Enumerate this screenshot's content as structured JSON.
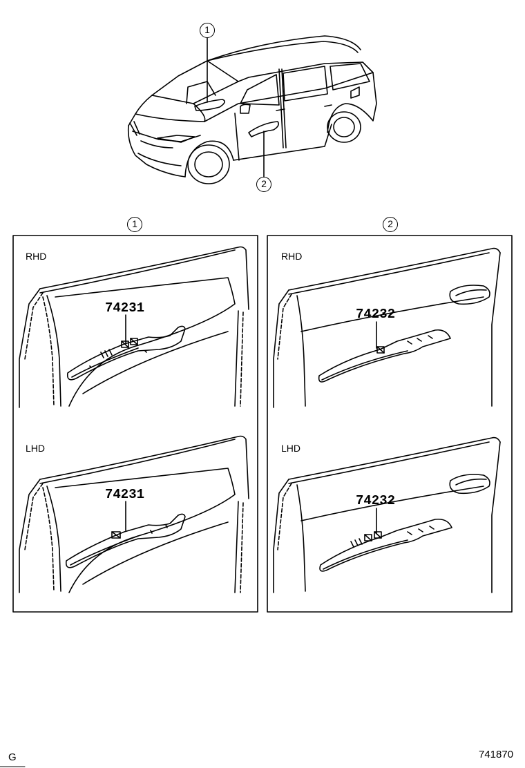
{
  "callouts": {
    "one": "1",
    "two": "2"
  },
  "panel_1": {
    "marker": "1",
    "top": {
      "label": "RHD",
      "part": "74231"
    },
    "bottom": {
      "label": "LHD",
      "part": "74231"
    }
  },
  "panel_2": {
    "marker": "2",
    "top": {
      "label": "RHD",
      "part": "74232"
    },
    "bottom": {
      "label": "LHD",
      "part": "74232"
    }
  },
  "footer": {
    "left_code": "G",
    "right_code": "741870"
  }
}
